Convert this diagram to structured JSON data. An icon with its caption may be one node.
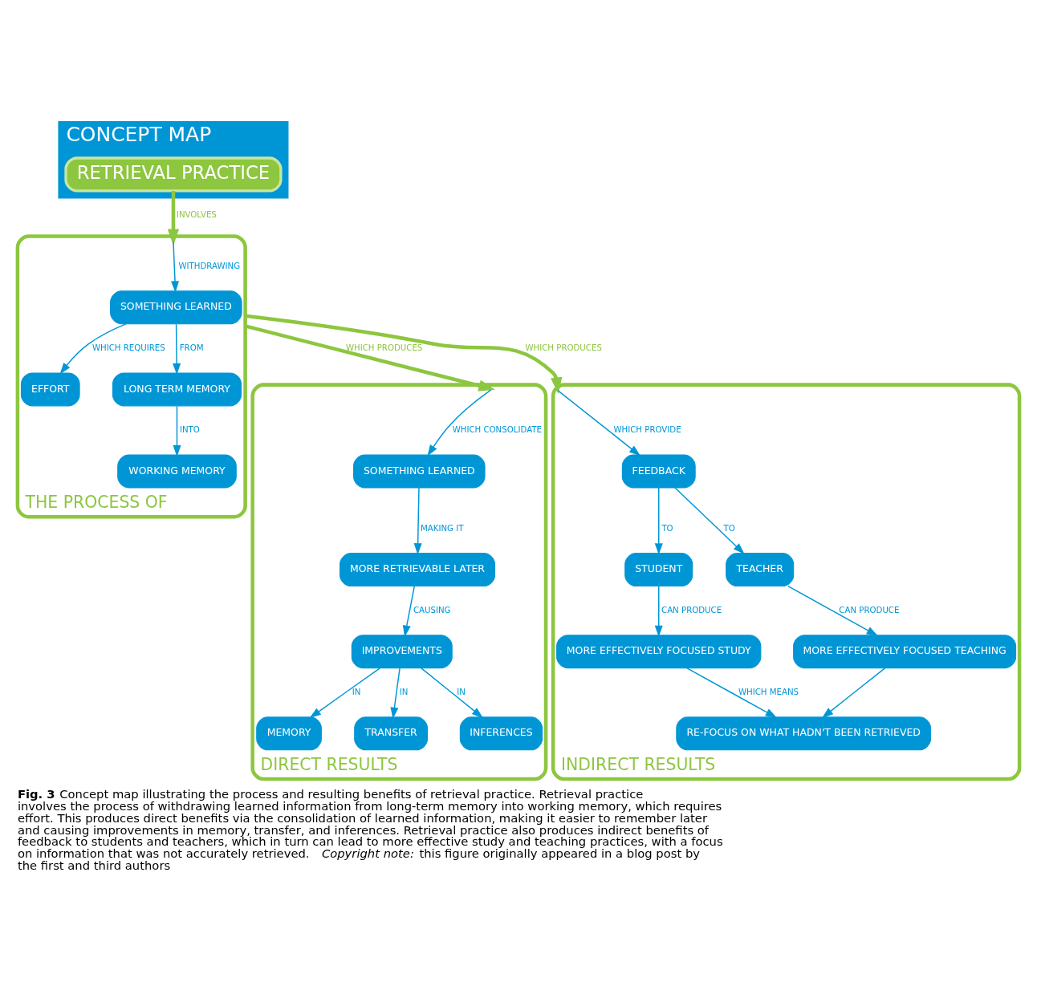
{
  "diagram": {
    "caption": "**Fig. 3** Concept map illustrating the process and resulting benefits of retrieval practice. Retrieval practice involves the process of withdrawing learned information from long-term memory into working memory, which requires effort. This produces direct benefits via the consolidation of learned information, making it easier to remember later and causing improvements in memory, transfer, and inferences. Retrieval practice also produces indirect benefits of feedback to students and teachers, which in turn can lead to more effective study and teaching practices, with a focus on information that was not accurately retrieved. *Copyright note:* this figure originally appeared in a blog post by the first and third authors",
    "nodes": [
      {
        "text": [
          "CONCEPT MAP"
        ]
      },
      {
        "text": [
          "RETRIEVAL PRACTICE"
        ],
        "in": 0
      },
      {
        "text": [
          "THE PROCESS OF"
        ]
      },
      {
        "text": [
          "SOMETHING LEARNED"
        ],
        "in": 2
      },
      {
        "text": [
          "EFFORT"
        ],
        "in": 2
      },
      {
        "text": [
          "WORKING MEMORY"
        ],
        "in": 2
      },
      {
        "text": [
          "LONG TERM MEMORY"
        ],
        "in": 2
      },
      {
        "text": [
          "DIRECT RESULTS"
        ]
      },
      {
        "text": [
          "SOMETHING LEARNED"
        ],
        "in": 7
      },
      {
        "text": [
          "MORE RETRIEVABLE LATER"
        ],
        "in": 7
      },
      {
        "text": [
          "IMPROVEMENTS"
        ],
        "in": 7
      },
      {
        "text": [
          "MEMORY"
        ],
        "in": 7
      },
      {
        "text": [
          "TRANSFER"
        ],
        "in": 7
      },
      {
        "text": [
          "INFERENCES"
        ],
        "in": 7
      },
      {
        "text": [
          "INDIRECT RESULTS"
        ]
      },
      {
        "text": [
          "FEEDBACK"
        ],
        "in": 14
      },
      {
        "text": [
          "STUDENT"
        ],
        "in": 14
      },
      {
        "text": [
          "TEACHER"
        ],
        "in": 14
      },
      {
        "text": [
          "MORE EFFECTIVELY FOCUSED STUDY"
        ],
        "in": 14
      },
      {
        "text": [
          "MORE EFFECTIVELY FOCUSED TEACHING"
        ],
        "in": 14
      },
      {
        "text": [
          "RE-FOCUS ON WHAT HADN'T BEEN RETRIEVED"
        ],
        "in": 14
      }
    ],
    "edges": [
      {
        "from": 1,
        "to": 2,
        "arrow": "to",
        "label": "INVOLVES",
        "style": "thick",
        "color": "#8dc63f"
      },
      {
        "from": 2,
        "to": 3,
        "arrow": "to",
        "label": "WITHDRAWING"
      },
      {
        "from": 3,
        "to": 4,
        "arrow": "to",
        "label": "WHICH REQUIRES"
      },
      {
        "from": 3,
        "to": 6,
        "arrow": "to",
        "label": "FROM"
      },
      {
        "from": 6,
        "to": 5,
        "arrow": "to",
        "label": "INTO"
      },
      {
        "from": 2,
        "to": 7,
        "arrow": "to",
        "label": "WHICH PRODUCES",
        "style": "thick",
        "color": "#8dc63f"
      },
      {
        "from": 2,
        "to": 14,
        "arrow": "to",
        "label": "WHICH PRODUCES",
        "style": "thick",
        "color": "#8dc63f"
      },
      {
        "from": 7,
        "to": 8,
        "arrow": "to",
        "label": "WHICH CONSOLIDATE"
      },
      {
        "from": 8,
        "to": 9,
        "arrow": "to",
        "label": "MAKING IT"
      },
      {
        "from": 9,
        "to": 10,
        "arrow": "to",
        "label": "CAUSING"
      },
      {
        "from": 10,
        "to": 11,
        "arrow": "to",
        "label": "IN"
      },
      {
        "from": 10,
        "to": 12,
        "arrow": "to",
        "label": "IN"
      },
      {
        "from": 10,
        "to": 13,
        "arrow": "to",
        "label": "IN"
      },
      {
        "from": 14,
        "to": 15,
        "arrow": "to",
        "label": "WHICH PROVIDE"
      },
      {
        "from": 15,
        "to": 16,
        "arrow": "to",
        "label": "TO"
      },
      {
        "from": 15,
        "to": 17,
        "arrow": "to",
        "label": "TO"
      },
      {
        "from": 16,
        "to": 18,
        "arrow": "to",
        "label": "CAN PRODUCE"
      },
      {
        "from": 17,
        "to": 19,
        "arrow": "to",
        "label": "CAN PRODUCE"
      },
      {
        "from": 18,
        "to": 20,
        "arrow": "to",
        "label": "WHICH MEANS"
      },
      {
        "from": 19,
        "to": 20,
        "arrow": "to"
      }
    ]
  }
}
